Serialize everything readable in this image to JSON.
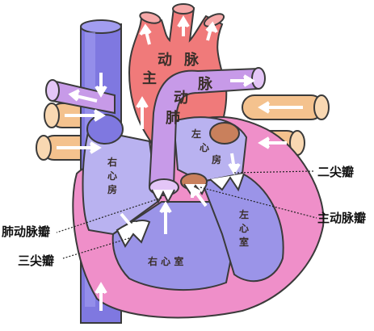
{
  "labels": {
    "aorta_1": "主",
    "aorta_2": "动",
    "aorta_3": "脉",
    "pulmonary_1": "肺",
    "pulmonary_2": "动",
    "pulmonary_3": "脉",
    "right_atrium": [
      "右",
      "心",
      "房"
    ],
    "left_atrium": [
      "左",
      "心",
      "房"
    ],
    "right_ventricle": "右 心 室",
    "left_ventricle": [
      "左",
      "心",
      "室"
    ]
  },
  "callouts": {
    "mitral_valve": "二尖瓣",
    "aortic_valve": "主动脉瓣",
    "pulmonary_valve": "肺动脉瓣",
    "tricuspid_valve": "三尖瓣"
  },
  "colors": {
    "aorta": "#f07a7a",
    "aorta_dark": "#e05a5a",
    "pulmonary": "#c79ae8",
    "pulmonary_light": "#e4c6f7",
    "vena_cava": "#7f78e0",
    "vena_cava_light": "#a29df0",
    "pulmonary_veins": "#f4c28e",
    "heart_wall": "#ef8fc9",
    "right_chamber": "#b9b2f0",
    "left_chamber": "#9b94e8",
    "valve_brown": "#c9805c"
  }
}
